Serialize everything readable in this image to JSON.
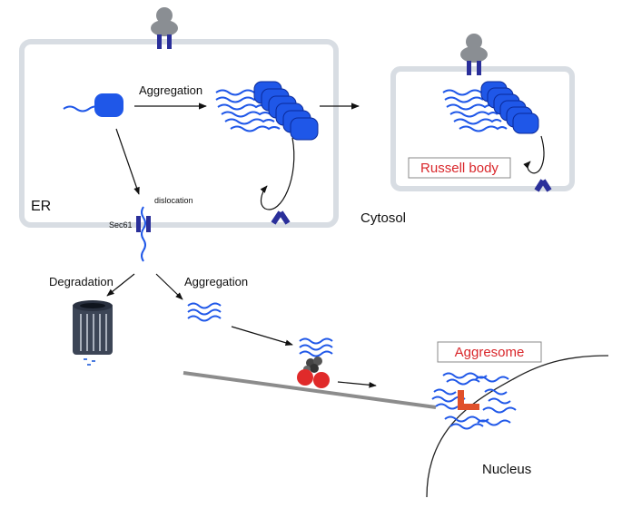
{
  "labels": {
    "aggregation_top": "Aggregation",
    "er": "ER",
    "dislocation": "dislocation",
    "sec61": "Sec61",
    "cytosol": "Cytosol",
    "russell_body": "Russell body",
    "degradation": "Degradation",
    "aggregation_bottom": "Aggregation",
    "aggresome": "Aggresome",
    "nucleus": "Nucleus"
  },
  "colors": {
    "protein_blue": "#1f57e8",
    "membrane_gray": "#d8dde3",
    "receptor_gray": "#8a8e93",
    "channel_navy": "#2a2f9a",
    "highlight_red": "#e02a2a",
    "text_red": "#d9262a",
    "proteasome": "#3c4556"
  }
}
